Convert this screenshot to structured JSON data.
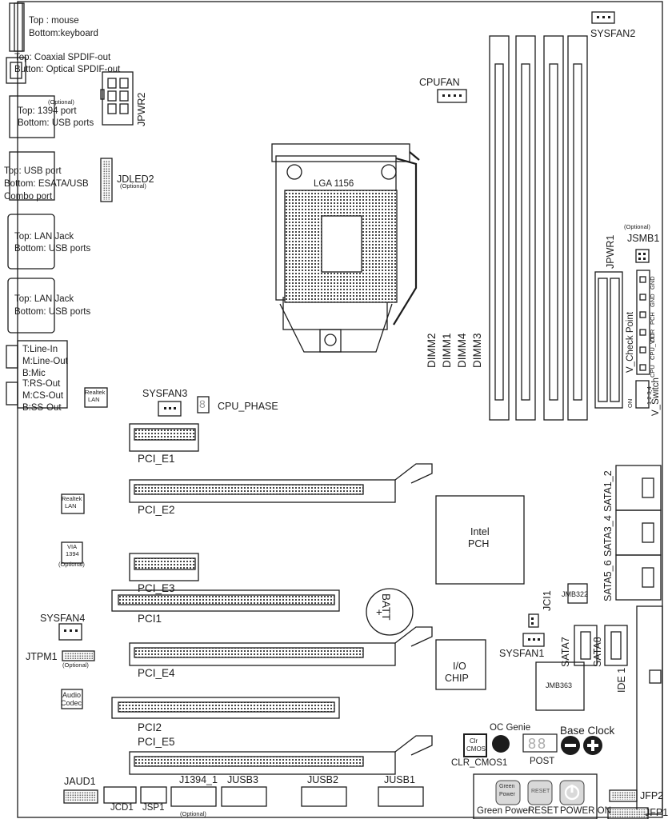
{
  "io": {
    "mouse_kb_top": "Top : mouse",
    "mouse_kb_bottom": "Bottom:keyboard",
    "spdif_top": "Top: Coaxial SPDIF-out",
    "spdif_bottom": "Button: Optical SPDIF-out",
    "p1394_optional": "(Optional)",
    "p1394_top": "Top: 1394 port",
    "p1394_bottom": "Bottom: USB ports",
    "combo_top": "Top: USB port",
    "combo_bottom": "Bottom: ESATA/USB",
    "combo_3": "Combo port",
    "lan1_top": "Top: LAN Jack",
    "lan1_bottom": "Bottom: USB ports",
    "lan2_top": "Top: LAN Jack",
    "lan2_bottom": "Bottom: USB ports",
    "audio1": [
      "T:Line-In",
      "M:Line-Out",
      "B:Mic"
    ],
    "audio2": [
      "T:RS-Out",
      "M:CS-Out",
      "B:SS-Out"
    ]
  },
  "headers": {
    "jpwr2": "JPWR2",
    "jdled2": "JDLED2",
    "jdled2_opt": "(Optional)",
    "cpufan": "CPUFAN",
    "sysfan2": "SYSFAN2",
    "sysfan3": "SYSFAN3",
    "cpu_phase": "CPU_PHASE",
    "phase_digit": "8",
    "jsmb1_opt": "(Optional)",
    "jsmb1": "JSMB1",
    "jpwr1": "JPWR1",
    "sysfan4": "SYSFAN4",
    "jtpm1": "JTPM1",
    "jtpm1_opt": "(Optional)",
    "jci1": "JCI1",
    "sysfan1": "SYSFAN1",
    "jaud1": "JAUD1",
    "jcd1": "JCD1",
    "jsp1": "JSP1",
    "j1394": "J1394_1",
    "j1394_opt": "(Optional)",
    "jusb3": "JUSB3",
    "jusb2": "JUSB2",
    "jusb1": "JUSB1",
    "jfp2": "JFP2",
    "jfp1": "JFP1"
  },
  "chips": {
    "realtek_top_1": "Realtek",
    "realtek_top_2": "LAN",
    "realtek_mid_1": "Realtek",
    "realtek_mid_2": "LAN",
    "via_1": "VIA",
    "via_2": "1394",
    "via_opt": "(Optional)",
    "audio_1": "Audio",
    "audio_2": "Codec",
    "pch_1": "Intel",
    "pch_2": "PCH",
    "io_1": "I/O",
    "io_2": "CHIP",
    "jmb322": "JMB322",
    "jmb363": "JMB363",
    "batt": "BATT",
    "batt_plus": "+",
    "cpu_socket": "LGA 1156"
  },
  "slots": {
    "pci_e1": "PCI_E1",
    "pci_e2": "PCI_E2",
    "pci_e3": "PCI_E3",
    "pci1": "PCI1",
    "pci_e4": "PCI_E4",
    "pci2": "PCI2",
    "pci_e5": "PCI_E5"
  },
  "dimms": [
    "DIMM2",
    "DIMM1",
    "DIMM4",
    "DIMM3"
  ],
  "sata": {
    "sata1_2": "SATA1_2",
    "sata3_4": "SATA3_4",
    "sata5_6": "SATA5_6",
    "sata7": "SATA7",
    "sata8": "SATA8",
    "ide1": "IDE 1"
  },
  "checkpoint": {
    "title": "V_Check Point",
    "labels": [
      "GND",
      "GND",
      "PCH",
      "DDR",
      "CPU_VTT",
      "CPU"
    ],
    "vswitch": "V_Switch",
    "on": "ON",
    "nums": "1 2 3 4"
  },
  "buttons": {
    "oc_genie": "OC Genie",
    "base_clock": "Base Clock",
    "clr_cmos_label": "CLR_CMOS1",
    "clr_btn_1": "Clr",
    "clr_btn_2": "CMOS",
    "post": "POST",
    "post_digits": "88",
    "green_power": "Green Power",
    "green_btn_1": "Green",
    "green_btn_2": "Power",
    "reset": "RESET",
    "reset_btn": "RESET",
    "power_on": "POWER ON"
  }
}
